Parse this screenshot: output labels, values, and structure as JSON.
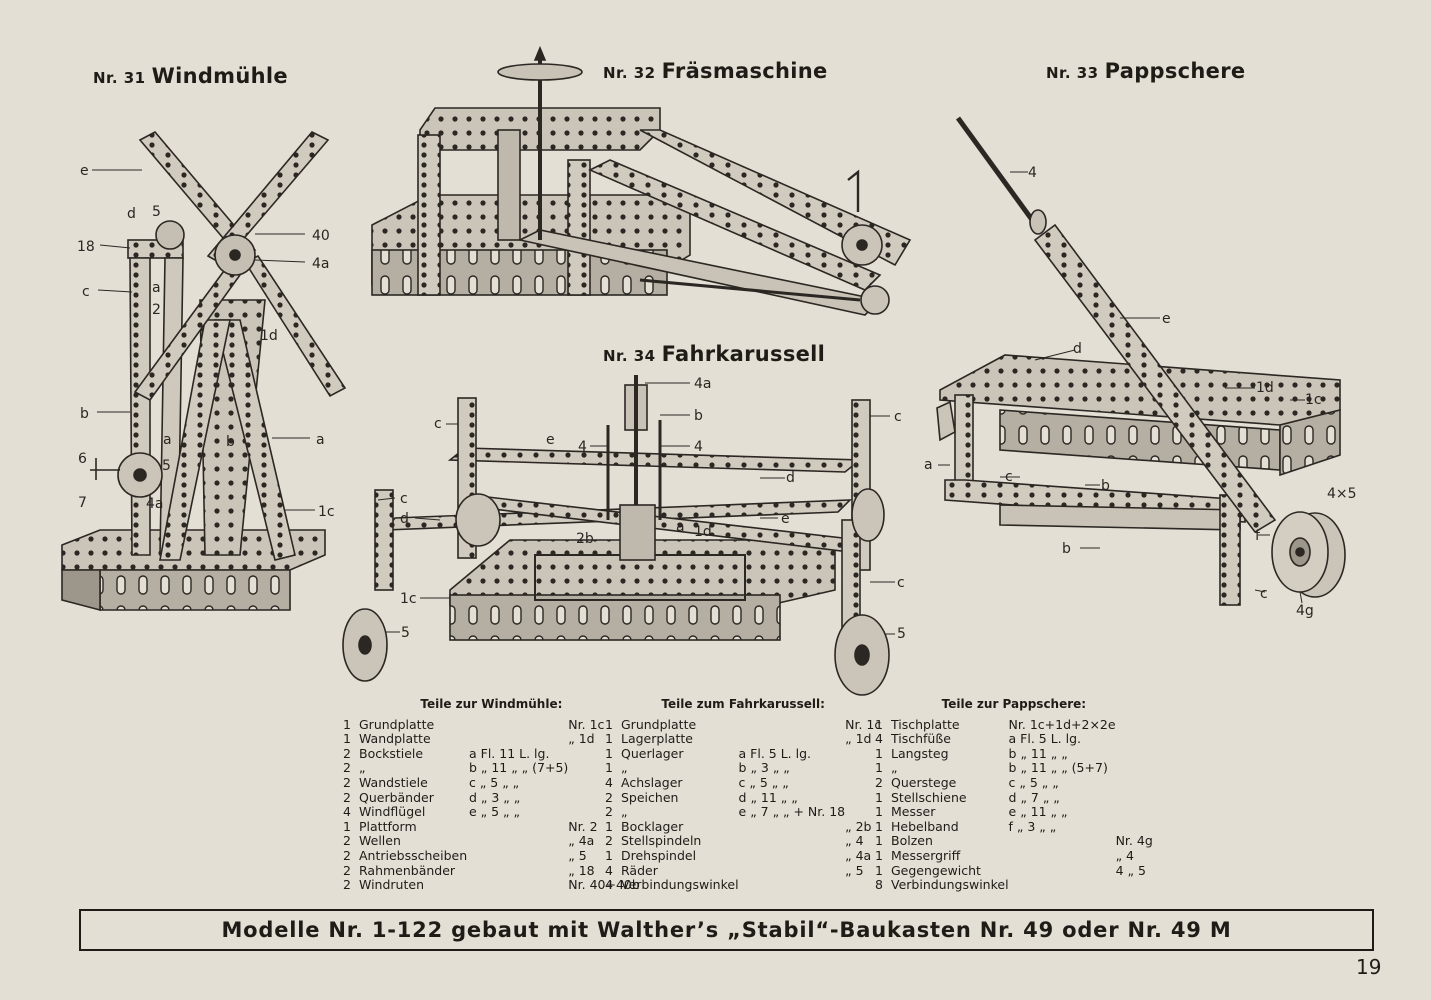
{
  "models": [
    {
      "nr": "Nr. 31",
      "name": "Windmühle"
    },
    {
      "nr": "Nr. 32",
      "name": "Fräsmaschine"
    },
    {
      "nr": "Nr. 33",
      "name": "Pappschere"
    },
    {
      "nr": "Nr. 34",
      "name": "Fahrkarussell"
    }
  ],
  "labels": {
    "windmuehle": [
      "e",
      "d",
      "5",
      "18",
      "40",
      "4a",
      "c",
      "a",
      "2",
      "1d",
      "b",
      "a",
      "b",
      "a",
      "6",
      "5",
      "7",
      "4a",
      "1c"
    ],
    "fahrkarussell": [
      "4a",
      "b",
      "c",
      "4",
      "4",
      "e",
      "c",
      "d",
      "d",
      "c",
      "e",
      "a",
      "1d",
      "2b",
      "1c",
      "5",
      "c",
      "5"
    ],
    "pappschere": [
      "4",
      "e",
      "d",
      "1d",
      "1c",
      "a",
      "c",
      "b",
      "4×5",
      "f",
      "b",
      "c",
      "4g"
    ]
  },
  "parts_lists": [
    {
      "heading": "Teile zur Windmühle:",
      "rows": [
        [
          "1",
          "Grundplatte",
          "",
          "Nr. 1c"
        ],
        [
          "1",
          "Wandplatte",
          "",
          "„ 1d"
        ],
        [
          "2",
          "Bockstiele",
          "a Fl. 11 L. lg.",
          ""
        ],
        [
          "2",
          "„",
          "b „ 11 „ „ (7+5)",
          ""
        ],
        [
          "2",
          "Wandstiele",
          "c „ 5 „ „",
          ""
        ],
        [
          "2",
          "Querbänder",
          "d „ 3 „ „",
          ""
        ],
        [
          "4",
          "Windflügel",
          "e „ 5 „ „",
          ""
        ],
        [
          "1",
          "Plattform",
          "",
          "Nr. 2"
        ],
        [
          "2",
          "Wellen",
          "",
          "„ 4a"
        ],
        [
          "2",
          "Antriebsscheiben",
          "",
          "„ 5"
        ],
        [
          "2",
          "Rahmenbänder",
          "",
          "„ 18"
        ],
        [
          "2",
          "Windruten",
          "",
          "Nr. 40+40b"
        ]
      ]
    },
    {
      "heading": "Teile zum Fahrkarussell:",
      "rows": [
        [
          "1",
          "Grundplatte",
          "",
          "Nr. 1c"
        ],
        [
          "1",
          "Lagerplatte",
          "",
          "„ 1d"
        ],
        [
          "1",
          "Querlager",
          "a Fl. 5 L. lg.",
          ""
        ],
        [
          "1",
          "„",
          "b „ 3 „ „",
          ""
        ],
        [
          "4",
          "Achslager",
          "c „ 5 „ „",
          ""
        ],
        [
          "2",
          "Speichen",
          "d „ 11 „ „",
          ""
        ],
        [
          "2",
          "„",
          "e „ 7 „ „ + Nr. 18",
          ""
        ],
        [
          "1",
          "Bocklager",
          "",
          "„ 2b"
        ],
        [
          "2",
          "Stellspindeln",
          "",
          "„ 4"
        ],
        [
          "1",
          "Drehspindel",
          "",
          "„ 4a"
        ],
        [
          "4",
          "Räder",
          "",
          "„ 5"
        ],
        [
          "4",
          "Verbindungswinkel",
          "",
          ""
        ]
      ]
    },
    {
      "heading": "Teile zur Pappschere:",
      "rows": [
        [
          "1",
          "Tischplatte",
          "Nr. 1c+1d+2×2e",
          ""
        ],
        [
          "4",
          "Tischfüße",
          "a Fl. 5 L. lg.",
          ""
        ],
        [
          "1",
          "Langsteg",
          "b „ 11 „ „",
          ""
        ],
        [
          "1",
          "„",
          "b „ 11 „ „ (5+7)",
          ""
        ],
        [
          "2",
          "Querstege",
          "c „ 5 „ „",
          ""
        ],
        [
          "1",
          "Stellschiene",
          "d „ 7 „ „",
          ""
        ],
        [
          "1",
          "Messer",
          "e „ 11 „ „",
          ""
        ],
        [
          "1",
          "Hebelband",
          "f „ 3 „ „",
          ""
        ],
        [
          "1",
          "Bolzen",
          "",
          "Nr. 4g"
        ],
        [
          "1",
          "Messergriff",
          "",
          "„ 4"
        ],
        [
          "1",
          "Gegengewicht",
          "",
          "4 „ 5"
        ],
        [
          "8",
          "Verbindungswinkel",
          "",
          ""
        ]
      ]
    }
  ],
  "banner": "Modelle Nr. 1-122 gebaut mit Walther’s „Stabil“-Baukasten Nr. 49 oder Nr. 49 M",
  "page_number": "19",
  "colors": {
    "paper": "#e4dfd5",
    "ink": "#1f1c18",
    "metal": "#c8c2b6",
    "metal_dark": "#8c857a"
  }
}
